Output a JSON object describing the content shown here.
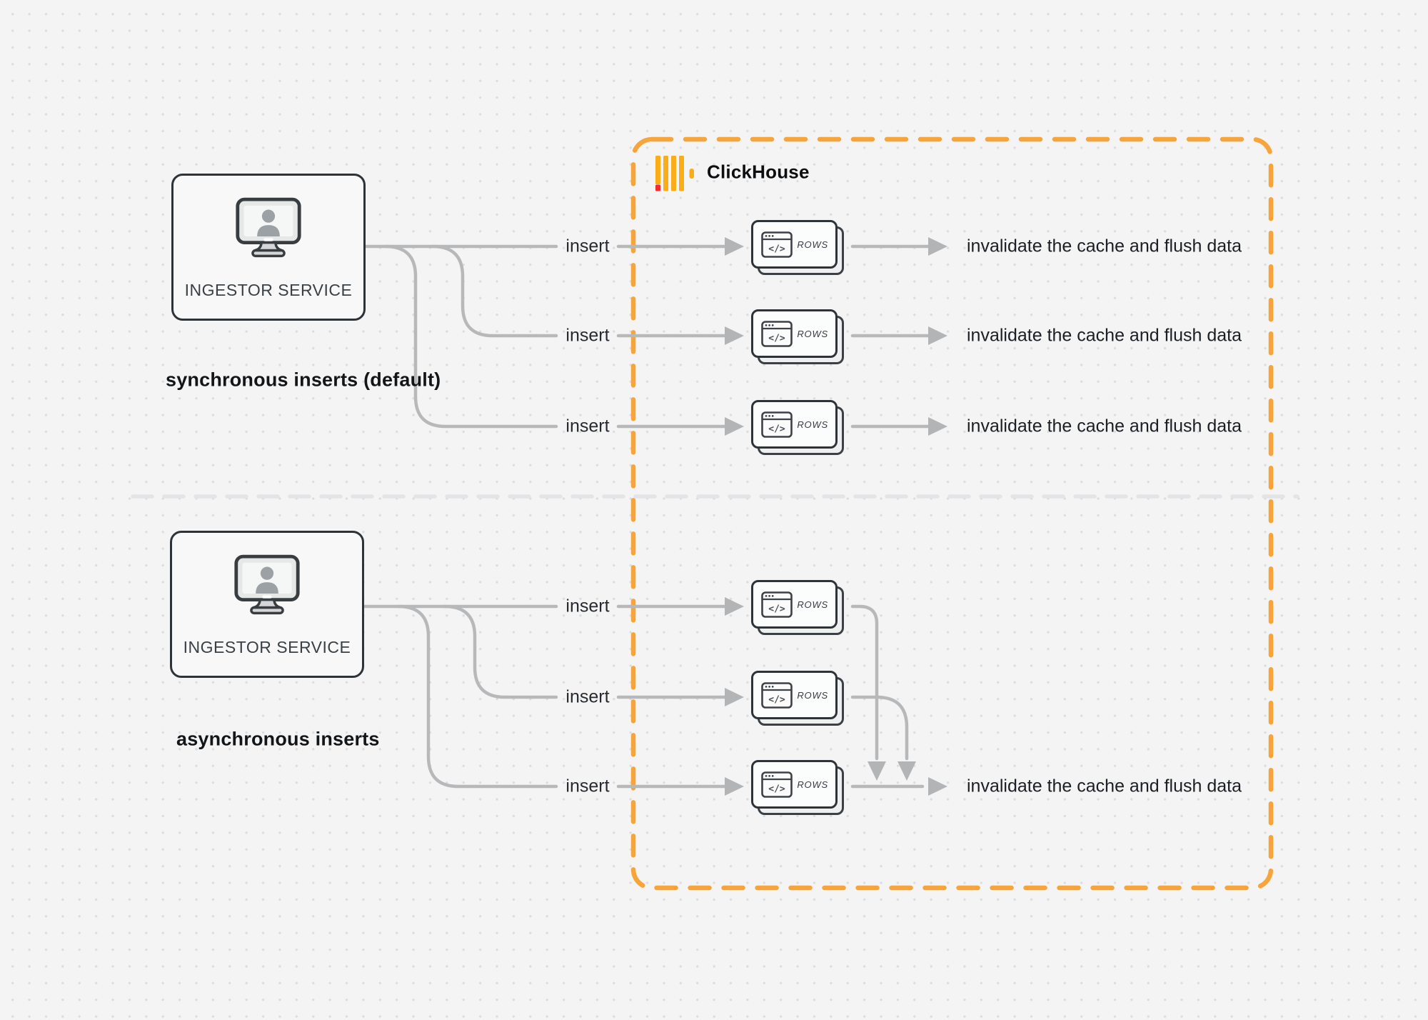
{
  "clickhouse": {
    "name": "ClickHouse"
  },
  "sections": [
    {
      "id": "synchronous",
      "title": "synchronous inserts (default)",
      "service_label": "INGESTOR SERVICE",
      "rows": [
        {
          "insert_label": "insert",
          "node_label": "ROWS",
          "result": "invalidate the cache and flush data"
        },
        {
          "insert_label": "insert",
          "node_label": "ROWS",
          "result": "invalidate the cache and flush data"
        },
        {
          "insert_label": "insert",
          "node_label": "ROWS",
          "result": "invalidate the cache and flush data"
        }
      ]
    },
    {
      "id": "asynchronous",
      "title": "asynchronous inserts",
      "service_label": "INGESTOR SERVICE",
      "rows": [
        {
          "insert_label": "insert",
          "node_label": "ROWS"
        },
        {
          "insert_label": "insert",
          "node_label": "ROWS"
        },
        {
          "insert_label": "insert",
          "node_label": "ROWS"
        }
      ],
      "result": "invalidate the cache and flush data"
    }
  ],
  "colors": {
    "accent_orange": "#F7A43B",
    "logo_yellow": "#FBAD17",
    "logo_red": "#F32B2B",
    "connector_gray": "#B7B8BA",
    "divider_gray": "#E4E4E6"
  },
  "icons": {
    "service": "user-monitor-icon",
    "node": "code-window-icon",
    "logo": "clickhouse-logo-icon"
  }
}
